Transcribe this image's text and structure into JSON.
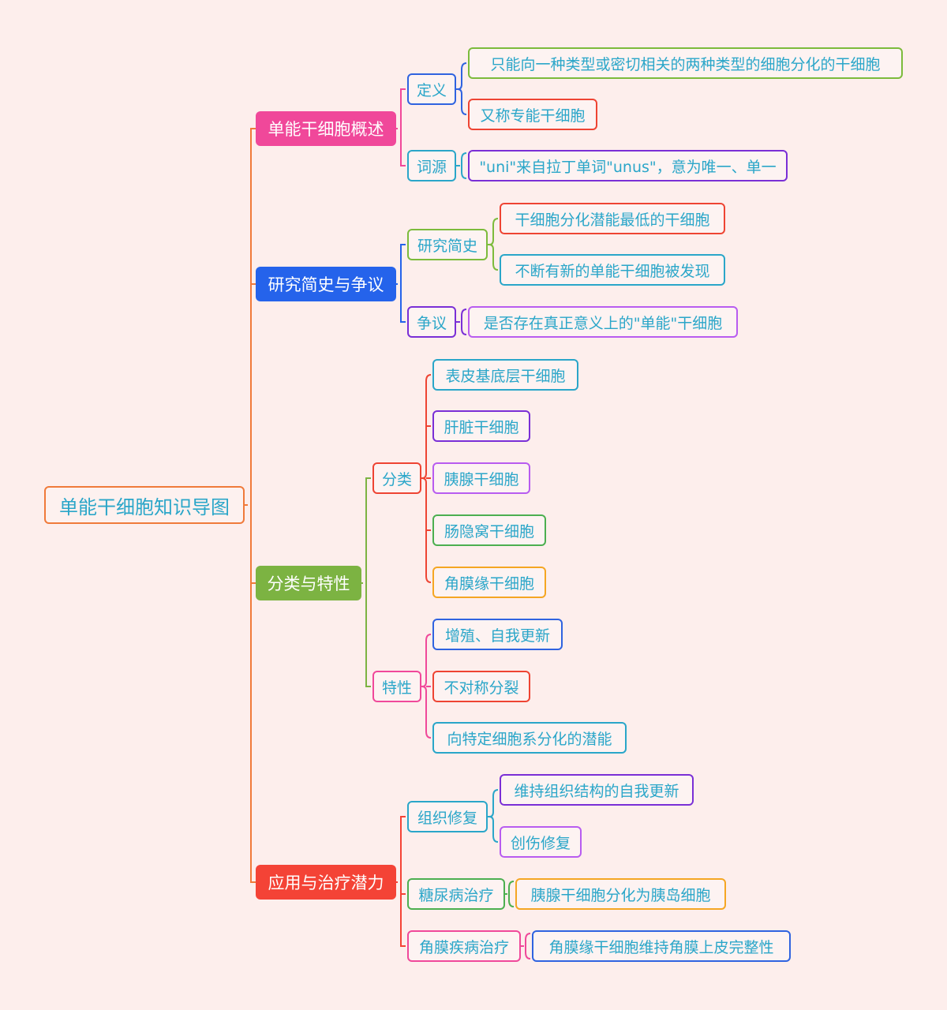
{
  "root": {
    "text": "单能干细胞知识导图"
  },
  "branches": [
    {
      "text": "单能干细胞概述",
      "color": "#f0489a",
      "subs": [
        {
          "text": "定义",
          "color": "#2f63e0",
          "leaves": [
            {
              "text": "只能向一种类型或密切相关的两种类型的细胞分化的干细胞",
              "color": "#7cbb3c"
            },
            {
              "text": "又称专能干细胞",
              "color": "#ee4433"
            }
          ]
        },
        {
          "text": "词源",
          "color": "#2aa6c9",
          "leaves": [
            {
              "text": "\"uni\"来自拉丁单词\"unus\"，意为唯一、单一",
              "color": "#7a2fd6"
            }
          ]
        }
      ]
    },
    {
      "text": "研究简史与争议",
      "color": "#2563eb",
      "subs": [
        {
          "text": "研究简史",
          "color": "#7cbb3c",
          "leaves": [
            {
              "text": "干细胞分化潜能最低的干细胞",
              "color": "#ee4433"
            },
            {
              "text": "不断有新的单能干细胞被发现",
              "color": "#2aa6c9"
            }
          ]
        },
        {
          "text": "争议",
          "color": "#7a2fd6",
          "leaves": [
            {
              "text": "是否存在真正意义上的\"单能\"干细胞",
              "color": "#b85cf0"
            }
          ]
        }
      ]
    },
    {
      "text": "分类与特性",
      "color": "#7cb342",
      "subs": [
        {
          "text": "分类",
          "color": "#ee4433",
          "leaves": [
            {
              "text": "表皮基底层干细胞",
              "color": "#2aa6c9"
            },
            {
              "text": "肝脏干细胞",
              "color": "#7a2fd6"
            },
            {
              "text": "胰腺干细胞",
              "color": "#b85cf0"
            },
            {
              "text": "肠隐窝干细胞",
              "color": "#4caf50"
            },
            {
              "text": "角膜缘干细胞",
              "color": "#f5a623"
            }
          ]
        },
        {
          "text": "特性",
          "color": "#f0489a",
          "leaves": [
            {
              "text": "增殖、自我更新",
              "color": "#2f63e0"
            },
            {
              "text": "不对称分裂",
              "color": "#ee4433"
            },
            {
              "text": "向特定细胞系分化的潜能",
              "color": "#2aa6c9"
            }
          ]
        }
      ]
    },
    {
      "text": "应用与治疗潜力",
      "color": "#f44336",
      "subs": [
        {
          "text": "组织修复",
          "color": "#2aa6c9",
          "leaves": [
            {
              "text": "维持组织结构的自我更新",
              "color": "#7a2fd6"
            },
            {
              "text": "创伤修复",
              "color": "#b85cf0"
            }
          ]
        },
        {
          "text": "糖尿病治疗",
          "color": "#4caf50",
          "leaves": [
            {
              "text": "胰腺干细胞分化为胰岛细胞",
              "color": "#f5a623"
            }
          ]
        },
        {
          "text": "角膜疾病治疗",
          "color": "#f0489a",
          "leaves": [
            {
              "text": "角膜缘干细胞维持角膜上皮完整性",
              "color": "#2f63e0"
            }
          ]
        }
      ]
    }
  ],
  "edge_colors": {
    "root": "#f07a3a"
  }
}
